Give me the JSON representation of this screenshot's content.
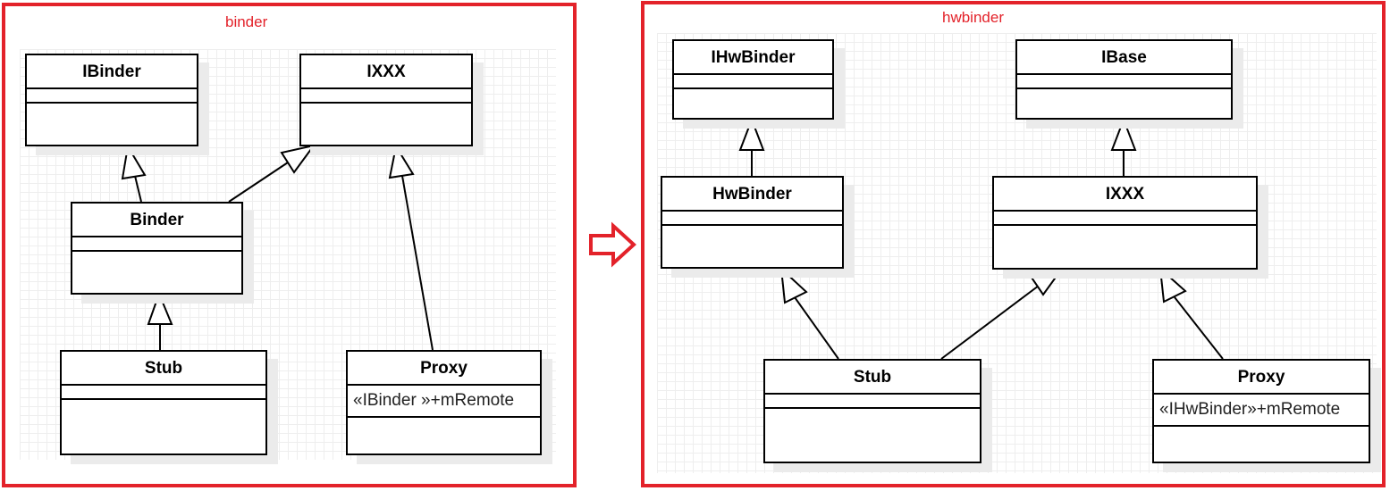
{
  "colors": {
    "frame": "#e3222a",
    "line": "#000000"
  },
  "left_panel": {
    "title": "binder",
    "classes": {
      "ibinder": {
        "name": "IBinder"
      },
      "ixxx": {
        "name": "IXXX"
      },
      "binder": {
        "name": "Binder"
      },
      "stub": {
        "name": "Stub"
      },
      "proxy": {
        "name": "Proxy",
        "attribute": "«IBinder »+mRemote"
      }
    }
  },
  "transition_arrow": {
    "icon": "right-arrow-icon"
  },
  "right_panel": {
    "title": "hwbinder",
    "classes": {
      "ihwbinder": {
        "name": "IHwBinder"
      },
      "ibase": {
        "name": "IBase"
      },
      "hwbinder": {
        "name": "HwBinder"
      },
      "ixxx": {
        "name": "IXXX"
      },
      "stub": {
        "name": "Stub"
      },
      "proxy": {
        "name": "Proxy",
        "attribute": "«IHwBinder»+mRemote"
      }
    }
  }
}
